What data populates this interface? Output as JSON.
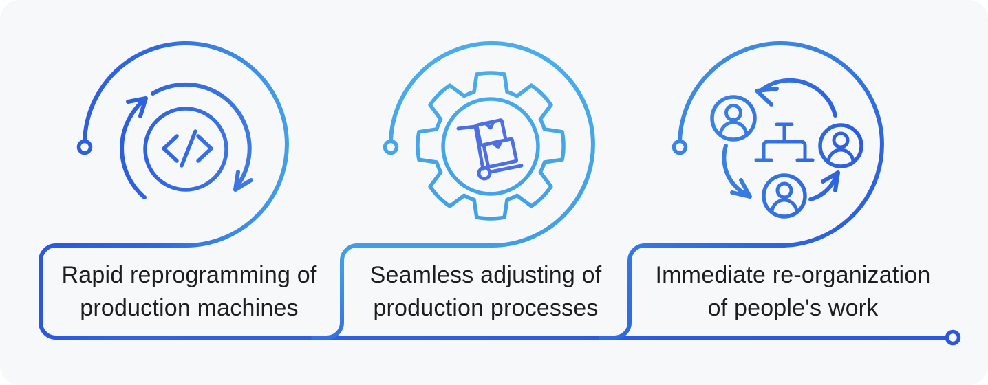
{
  "page": {
    "background": "#ffffff",
    "card_background": "#f7f8f9"
  },
  "palette": {
    "royal_blue": "#2E5FDF",
    "sky_blue": "#45A8E8",
    "indigo_accent": "#4C70E2",
    "text_color": "#1E1E20"
  },
  "features": [
    {
      "id": "reprogramming",
      "icon": "code-sync-icon",
      "label_line1": "Rapid reprogramming of",
      "label_line2": "production machines"
    },
    {
      "id": "adjusting",
      "icon": "gear-cart-icon",
      "label_line1": "Seamless adjusting of",
      "label_line2": "production processes"
    },
    {
      "id": "reorganization",
      "icon": "people-cycle-icon",
      "label_line1": "Immediate re-organization",
      "label_line2": "of people's work"
    }
  ]
}
